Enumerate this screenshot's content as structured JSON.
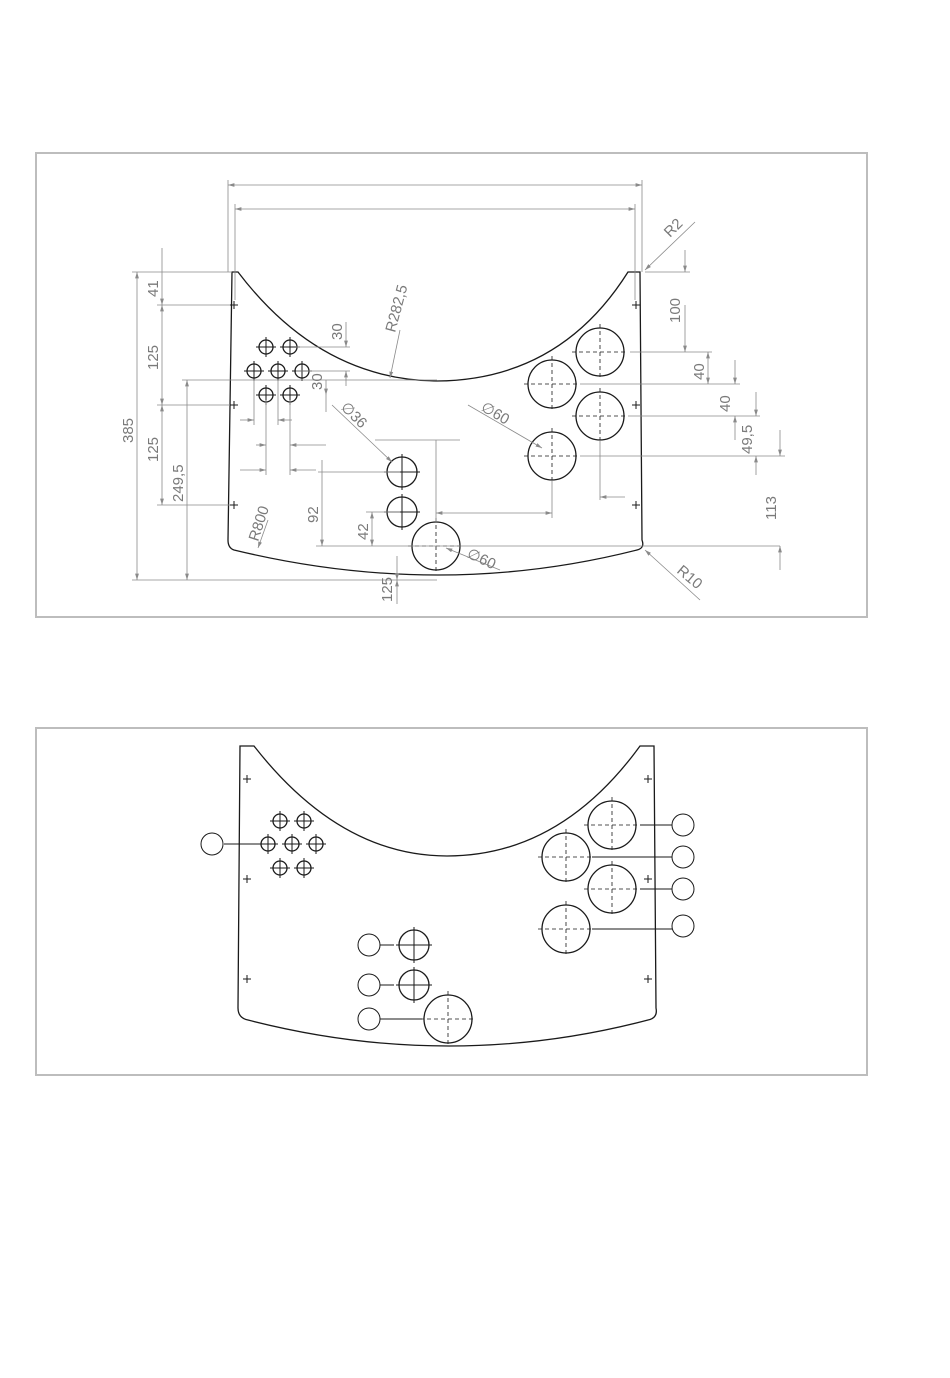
{
  "dimensions": {
    "r2": "R2",
    "r282": "R282,5",
    "r800": "R800",
    "r10": "R10",
    "d36": "∅36",
    "d60a": "∅60",
    "d60b": "∅60",
    "v41": "41",
    "v125a": "125",
    "v125b": "125",
    "v385": "385",
    "v249": "249,5",
    "v30a": "30",
    "v30b": "30",
    "v92": "92",
    "v42": "42",
    "v125c": "125",
    "v100": "100",
    "v40a": "40",
    "v40b": "40",
    "v49": "49,5",
    "v113": "113"
  },
  "colors": {
    "frame_border": "#bdbdbd",
    "line": "#1a1a1a",
    "dimension": "#8a8a8a"
  }
}
